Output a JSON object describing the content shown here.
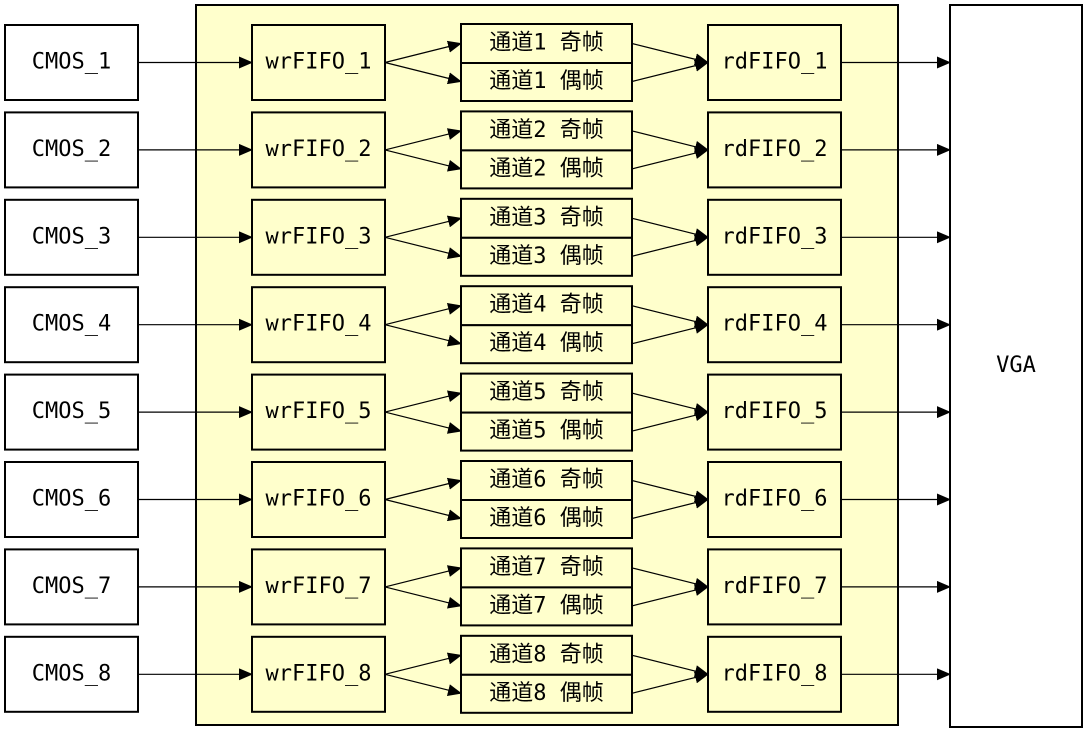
{
  "colors": {
    "panel_fill": "#FFFFCC",
    "box_stroke": "#000000",
    "line": "#000000",
    "white": "#FFFFFF"
  },
  "output": {
    "label": "VGA"
  },
  "channels": [
    {
      "source": "CMOS_1",
      "write_fifo": "wrFIFO_1",
      "odd_frame": "通道1 奇帧",
      "even_frame": "通道1 偶帧",
      "read_fifo": "rdFIFO_1"
    },
    {
      "source": "CMOS_2",
      "write_fifo": "wrFIFO_2",
      "odd_frame": "通道2 奇帧",
      "even_frame": "通道2 偶帧",
      "read_fifo": "rdFIFO_2"
    },
    {
      "source": "CMOS_3",
      "write_fifo": "wrFIFO_3",
      "odd_frame": "通道3 奇帧",
      "even_frame": "通道3 偶帧",
      "read_fifo": "rdFIFO_3"
    },
    {
      "source": "CMOS_4",
      "write_fifo": "wrFIFO_4",
      "odd_frame": "通道4 奇帧",
      "even_frame": "通道4 偶帧",
      "read_fifo": "rdFIFO_4"
    },
    {
      "source": "CMOS_5",
      "write_fifo": "wrFIFO_5",
      "odd_frame": "通道5 奇帧",
      "even_frame": "通道5 偶帧",
      "read_fifo": "rdFIFO_5"
    },
    {
      "source": "CMOS_6",
      "write_fifo": "wrFIFO_6",
      "odd_frame": "通道6 奇帧",
      "even_frame": "通道6 偶帧",
      "read_fifo": "rdFIFO_6"
    },
    {
      "source": "CMOS_7",
      "write_fifo": "wrFIFO_7",
      "odd_frame": "通道7 奇帧",
      "even_frame": "通道7 偶帧",
      "read_fifo": "rdFIFO_7"
    },
    {
      "source": "CMOS_8",
      "write_fifo": "wrFIFO_8",
      "odd_frame": "通道8 奇帧",
      "even_frame": "通道8 偶帧",
      "read_fifo": "rdFIFO_8"
    }
  ]
}
